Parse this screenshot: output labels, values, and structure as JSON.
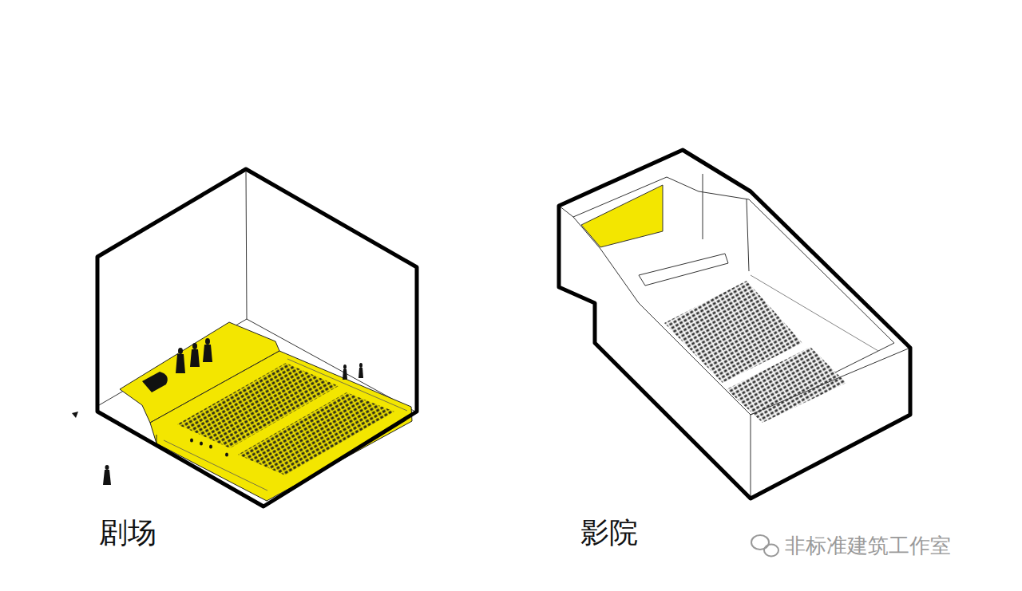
{
  "diagram": {
    "labels": [
      "剧场",
      "影院",
      "非标准建筑工作室"
    ]
  }
}
